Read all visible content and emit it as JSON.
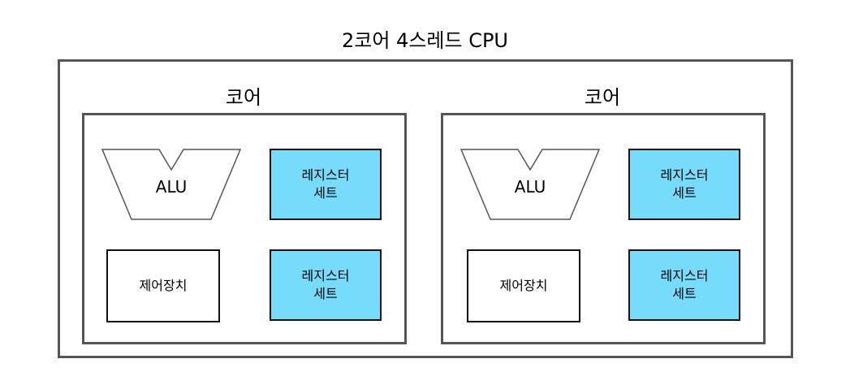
{
  "title": "2코어 4스레드 CPU",
  "colors": {
    "frame": "#555555",
    "register_fill": "#77dcfb",
    "component_border": "#111111"
  },
  "cores": [
    {
      "label": "코어",
      "alu": "ALU",
      "control_unit": "제어장치",
      "registers": [
        {
          "line1": "레지스터",
          "line2": "세트"
        },
        {
          "line1": "레지스터",
          "line2": "세트"
        }
      ]
    },
    {
      "label": "코어",
      "alu": "ALU",
      "control_unit": "제어장치",
      "registers": [
        {
          "line1": "레지스터",
          "line2": "세트"
        },
        {
          "line1": "레지스터",
          "line2": "세트"
        }
      ]
    }
  ]
}
